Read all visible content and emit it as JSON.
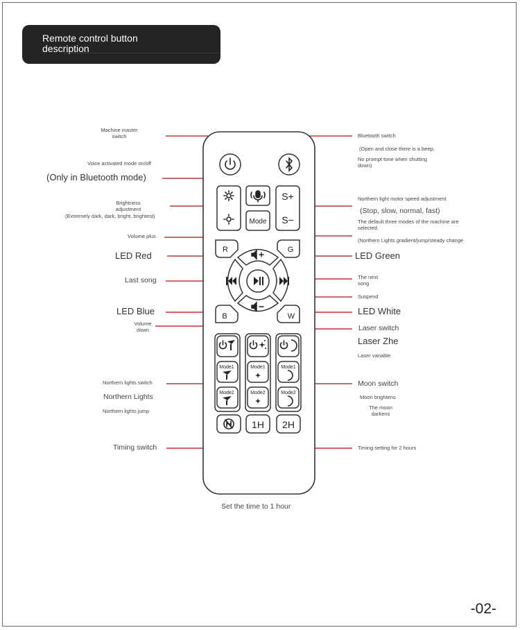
{
  "header": {
    "title": "Remote control button description"
  },
  "labels": {
    "machine_master": "Machine master switch",
    "voice_mode": "Voice activated mode on/off",
    "only_bt": "(Only in Bluetooth mode)",
    "brightness": "Brightness adjustment",
    "brightness_levels": "(Extremely dark, dark, bright, brightest)",
    "volume_plus": "Volume plus",
    "led_red": "LED Red",
    "last_song": "Last song",
    "led_blue": "LED Blue",
    "volume_down": "Volume down",
    "nl_switch": "Northern lights switch",
    "nl": "Northern Lights",
    "nl_jump": "Northern lights jump",
    "timing_switch": "Timing switch",
    "set_1h": "Set the time to 1 hour",
    "bt_switch": "Bluetooth switch",
    "bt_beep": "(Open and close there is a beep,",
    "bt_no_tone": "No prompt tone when shutting down)",
    "motor_speed": "Northern light motor speed adjustment",
    "speed_levels": "(Stop, slow, normal, fast)",
    "default_modes": "The default three modes of the machine are selected.",
    "nl_change": "(Northern Lights gradient/jump/steady change",
    "led_green": "LED Green",
    "next_song": "The next song",
    "suspend": "Suspend",
    "led_white": "LED White",
    "laser_switch": "Laser switch",
    "laser_zhe": "Laser Zhe",
    "laser_variable": "Laser variable",
    "moon_switch": "Moon switch",
    "moon_brightens": "Moon brightens",
    "moon_darkens": "The moon darkens",
    "timing_2h": "Timing setting for 2 hours"
  },
  "buttons": {
    "mode": "Mode",
    "s_plus": "S+",
    "s_minus": "S−",
    "r": "R",
    "g": "G",
    "b": "B",
    "w": "W",
    "mode1": "Mode1",
    "mode2": "Mode2",
    "h1": "1H",
    "h2": "2H"
  },
  "page_number": "-02-",
  "colors": {
    "leader": "#c0393b",
    "header_bg": "#242424",
    "outline": "#333333"
  },
  "icons": [
    "power-icon",
    "bluetooth-icon",
    "microphone-icon",
    "brightness-sun-icon",
    "volume-up-icon",
    "volume-down-icon",
    "previous-track-icon",
    "play-pause-icon",
    "next-track-icon",
    "aurora-icon",
    "sparkle-icon",
    "moon-icon",
    "timer-off-icon"
  ]
}
